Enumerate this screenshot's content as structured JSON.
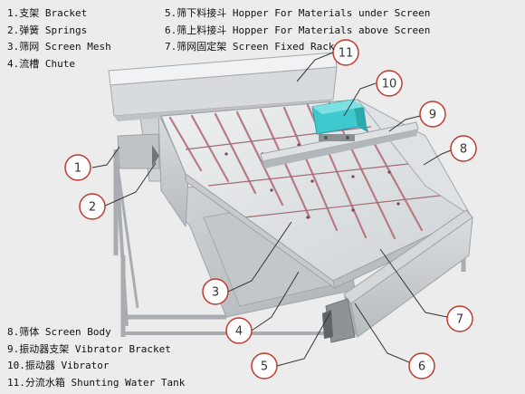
{
  "legend": {
    "top_left": [
      "1.支架  Bracket",
      "2.弹簧  Springs",
      "3.筛网  Screen Mesh",
      "4.流槽  Chute"
    ],
    "top_right": [
      "5.筛下料接斗  Hopper For Materials under Screen",
      "6.筛上料接斗  Hopper For Materials above Screen",
      "7.筛网固定架  Screen Fixed Rack"
    ],
    "bottom_left": [
      "8.筛体  Screen Body",
      "9.振动器支架  Vibrator Bracket",
      "10.振动器  Vibrator",
      "11.分流水箱  Shunting Water Tank"
    ]
  },
  "callouts": [
    {
      "label": "1"
    },
    {
      "label": "2"
    },
    {
      "label": "3"
    },
    {
      "label": "4"
    },
    {
      "label": "5"
    },
    {
      "label": "6"
    },
    {
      "label": "7"
    },
    {
      "label": "8"
    },
    {
      "label": "9"
    },
    {
      "label": "10"
    },
    {
      "label": "11"
    }
  ],
  "colors": {
    "callout_ring": "#c0392b",
    "leader_line": "#333333",
    "metal_light": "#e6e8ea",
    "metal_mid": "#c6cacd",
    "metal_dark": "#9ea3a7",
    "screen_bar": "#b87a86",
    "vibrator": "#3fc9cf"
  }
}
